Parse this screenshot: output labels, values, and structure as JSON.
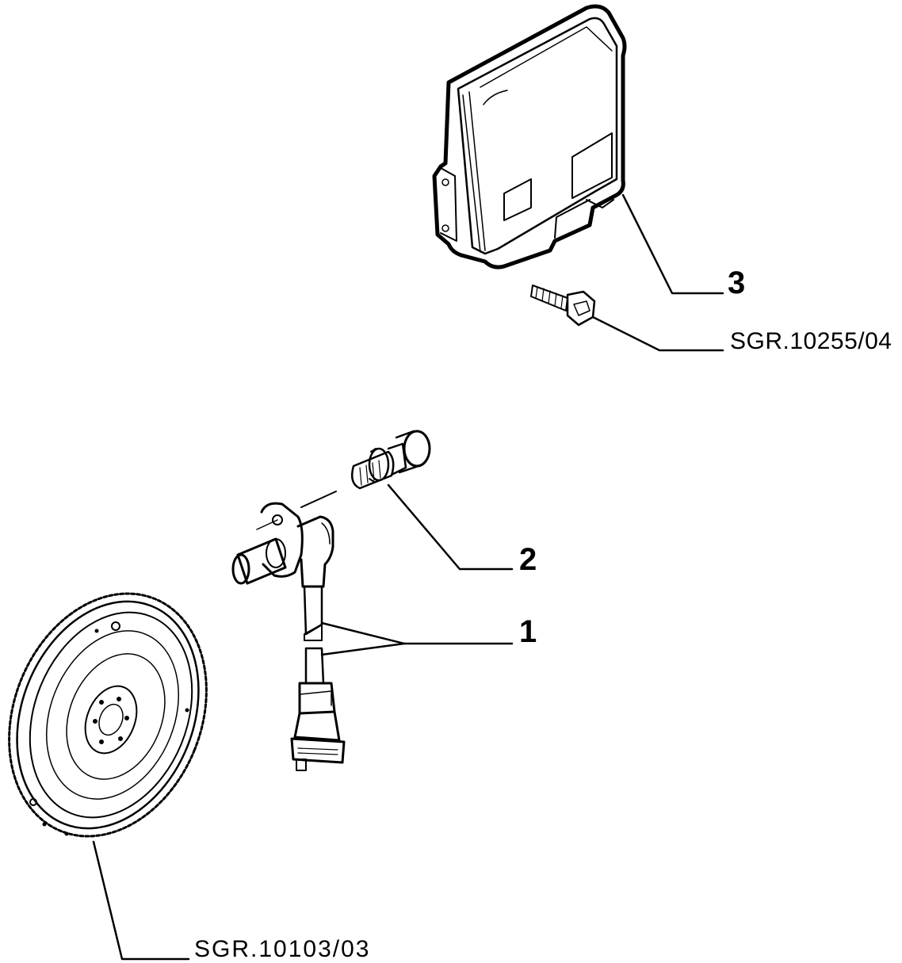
{
  "callouts": {
    "part_3": "3",
    "part_2": "2",
    "part_1": "1",
    "ref_ecu_bolt": "SGR.10255/04",
    "ref_flywheel": "SGR.10103/03"
  },
  "icons": {
    "ecu": "engine-control-unit-icon",
    "bolt": "bolt-icon",
    "sensor_screw": "sensor-screw-icon",
    "sensor": "crank-position-sensor-icon",
    "flywheel": "flywheel-icon"
  },
  "colors": {
    "line": "#000000",
    "background": "#ffffff"
  }
}
